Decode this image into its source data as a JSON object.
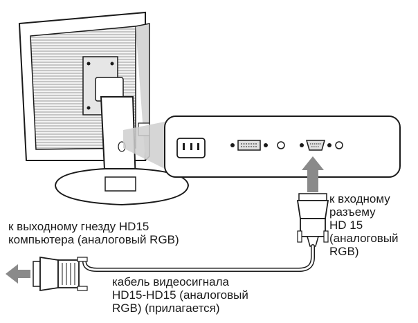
{
  "labels": {
    "input_connector": "к входному\nразъему\nHD 15\n(аналоговый\nRGB)",
    "computer_output": "к выходному гнезду HD15\nкомпьютера (аналоговый RGB)",
    "video_cable": "кабель видеосигнала\nHD15-HD15 (аналоговый\nRGB) (прилагается)"
  },
  "colors": {
    "line": "#1a1a1a",
    "arrow": "#8a8a8a",
    "shade": "#cfcfcf"
  }
}
